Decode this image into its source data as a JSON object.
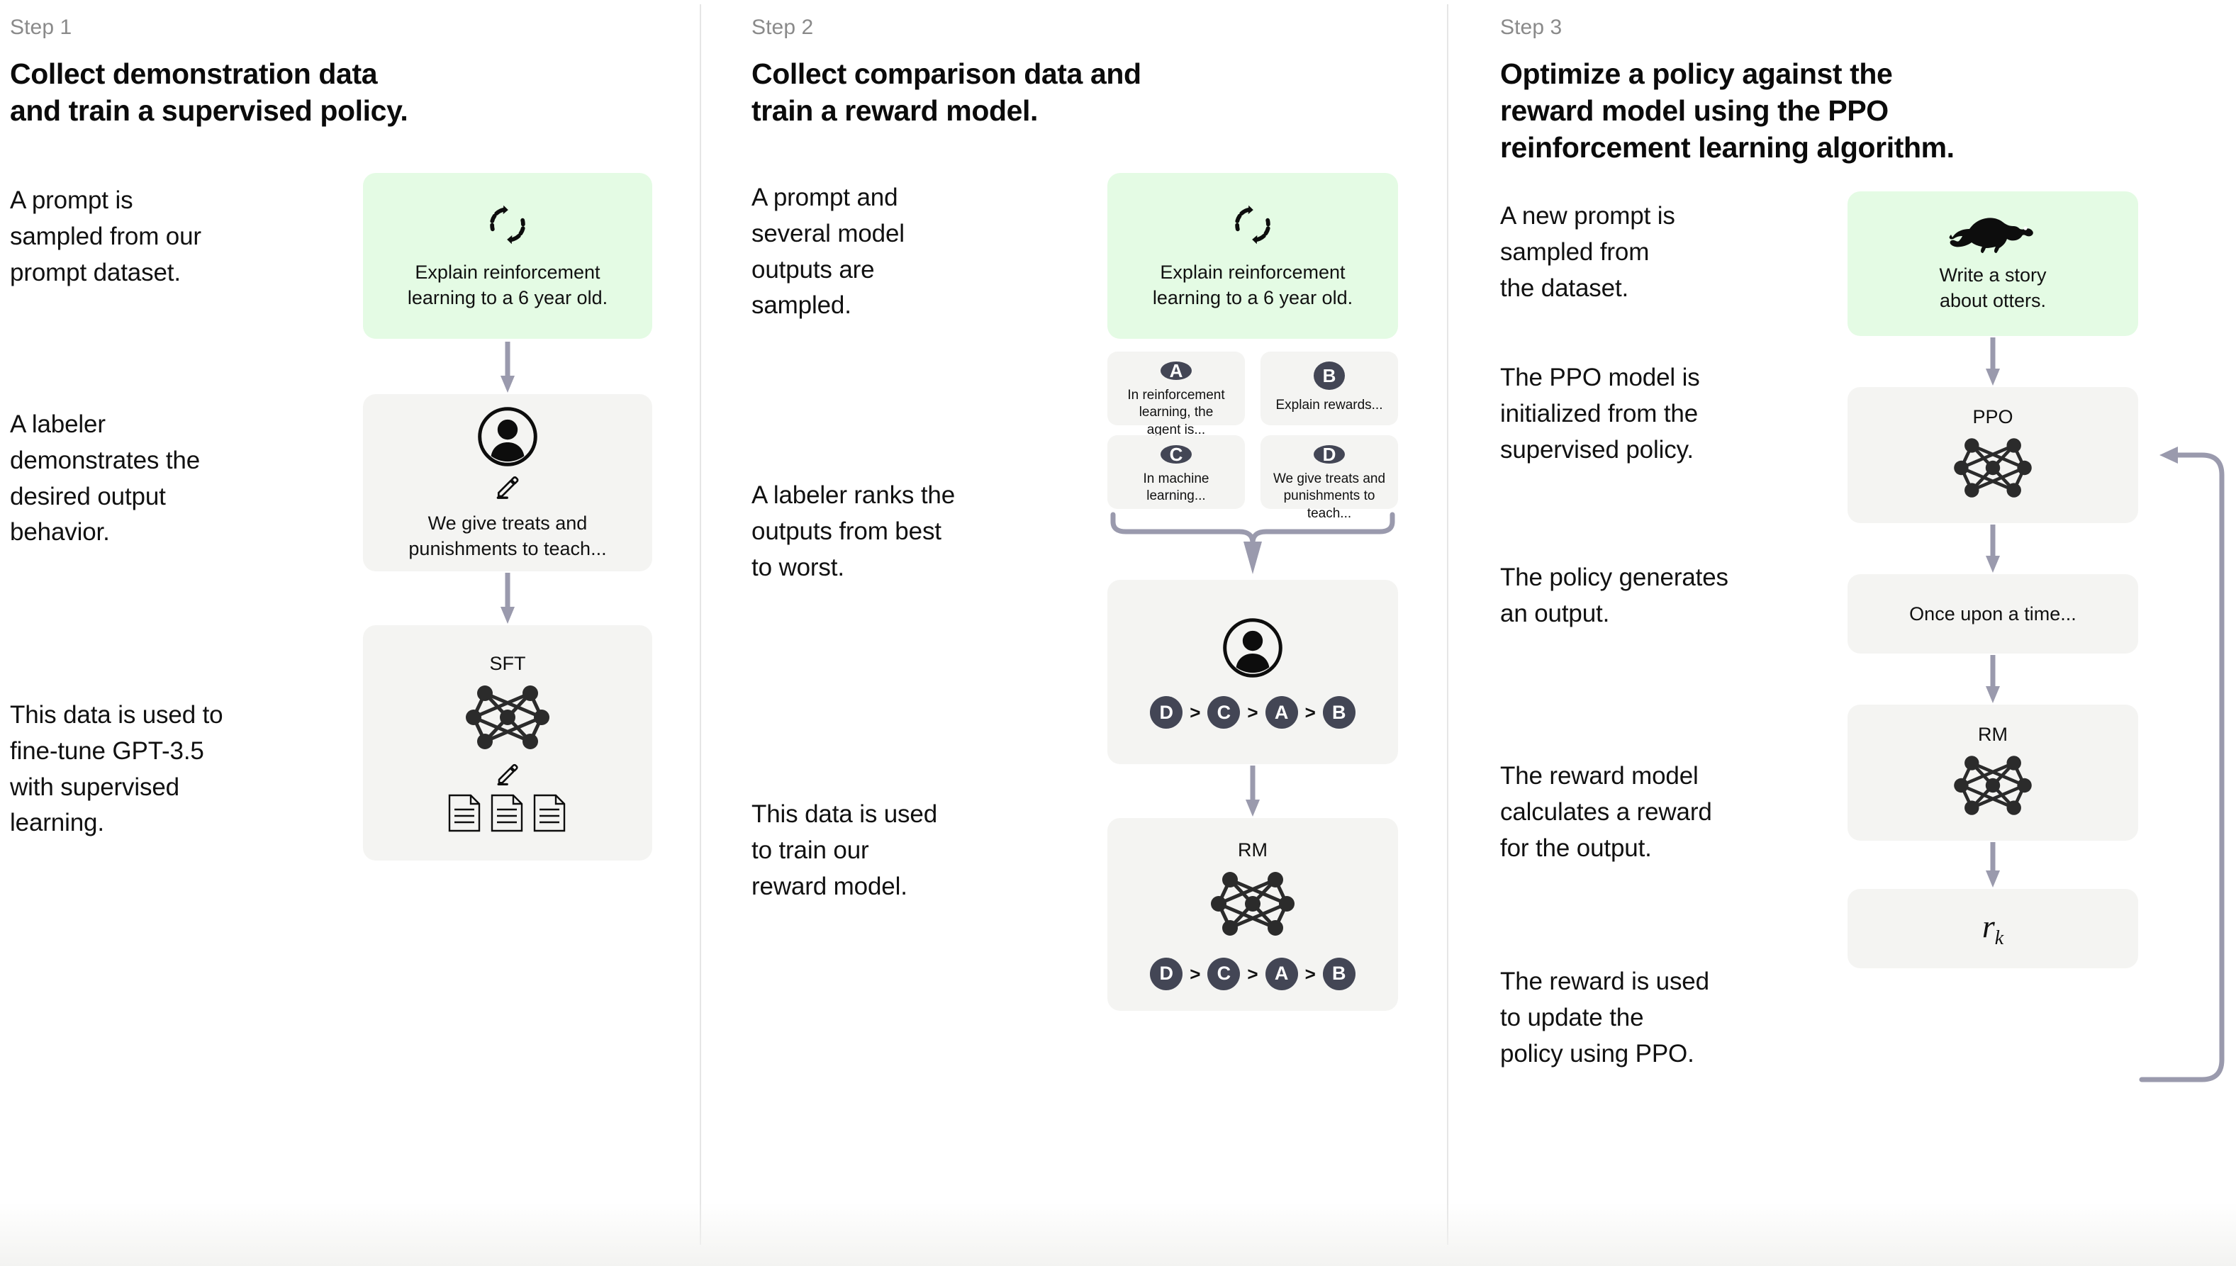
{
  "palette": {
    "background": "#ffffff",
    "card_gray": "#f4f4f2",
    "card_green": "#e4fbe4",
    "badge_dark": "#434655",
    "arrow_gray": "#9a9aad",
    "divider": "#e6e6e6",
    "step_label_gray": "#8a8a8a",
    "text_black": "#0d0d0d"
  },
  "steps": [
    {
      "label": "Step 1",
      "title": "Collect demonstration data\nand train a supervised policy.",
      "descriptions": [
        "A prompt is\nsampled from our\nprompt dataset.",
        "A labeler\ndemonstrates the\ndesired output\nbehavior.",
        "This data is used to\nfine-tune GPT-3.5\nwith supervised\nlearning."
      ],
      "prompt_card": {
        "icon": "circular-arrows-icon",
        "text": "Explain reinforcement\nlearning to a 6 year old."
      },
      "labeler_card": {
        "icon": "person-circle-icon",
        "sub_icon": "pencil-icon",
        "text": "We give treats and\npunishments to teach..."
      },
      "model_card": {
        "label": "SFT",
        "icon": "neural-network-icon",
        "sub_icon": "pencil-icon",
        "docs_icon": "documents-icon"
      }
    },
    {
      "label": "Step 2",
      "title": "Collect comparison data and\ntrain a reward model.",
      "descriptions": [
        "A prompt and\nseveral model\noutputs are\nsampled.",
        "A labeler ranks the\noutputs from best\nto worst.",
        "This data is used\nto train our\nreward model."
      ],
      "prompt_card": {
        "icon": "circular-arrows-icon",
        "text": "Explain reinforcement\nlearning to a 6 year old."
      },
      "options": [
        {
          "badge": "A",
          "text": "In reinforcement\nlearning, the\nagent is..."
        },
        {
          "badge": "B",
          "text": "Explain rewards..."
        },
        {
          "badge": "C",
          "text": "In machine\nlearning..."
        },
        {
          "badge": "D",
          "text": "We give treats and\npunishments to\nteach..."
        }
      ],
      "labeler_card": {
        "icon": "person-circle-icon",
        "ranking": [
          "D",
          "C",
          "A",
          "B"
        ],
        "separator": ">"
      },
      "model_card": {
        "label": "RM",
        "icon": "neural-network-icon",
        "ranking": [
          "D",
          "C",
          "A",
          "B"
        ],
        "separator": ">"
      }
    },
    {
      "label": "Step 3",
      "title": "Optimize a policy against the\nreward model using the PPO\nreinforcement learning algorithm.",
      "descriptions": [
        "A new prompt is\nsampled from\nthe dataset.",
        "The PPO model is\ninitialized from the\nsupervised policy.",
        "The policy generates\nan output.",
        "The reward model\ncalculates a reward\nfor the output.",
        "The reward is used\nto update the\npolicy using PPO."
      ],
      "prompt_card": {
        "icon": "otter-icon",
        "text": "Write a story\nabout otters."
      },
      "ppo_card": {
        "label": "PPO",
        "icon": "neural-network-icon"
      },
      "output_card": {
        "text": "Once upon a time..."
      },
      "rm_card": {
        "label": "RM",
        "icon": "neural-network-icon"
      },
      "reward_card": {
        "symbol": "r",
        "subscript": "k"
      },
      "feedback_loop": "reward-to-ppo-loop"
    }
  ]
}
